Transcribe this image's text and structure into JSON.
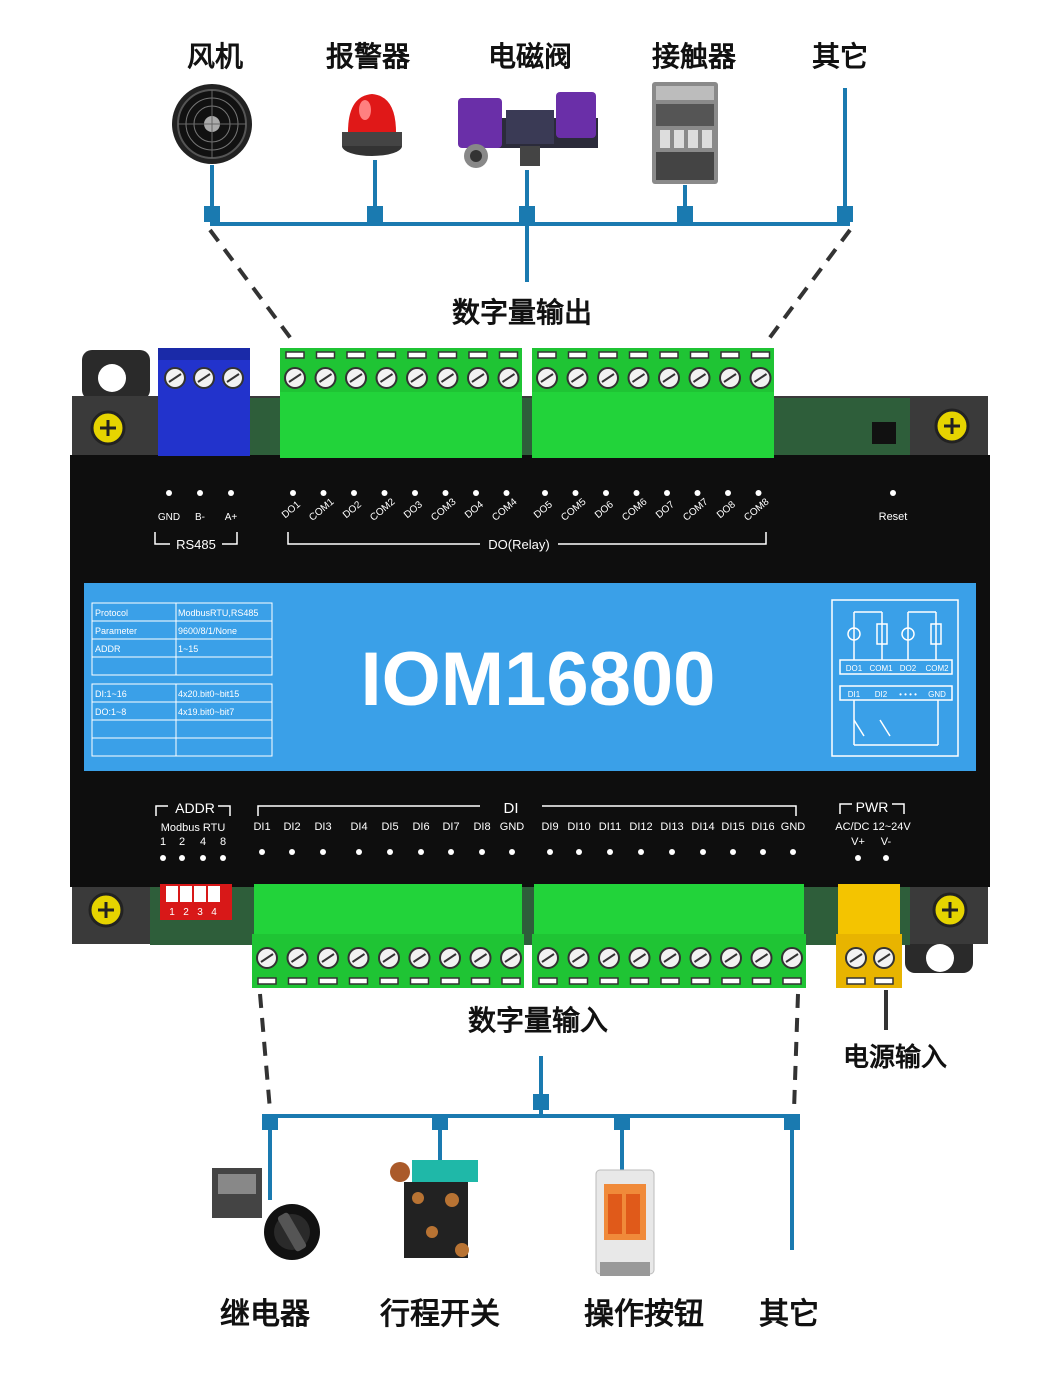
{
  "output_devices": [
    "风机",
    "报警器",
    "电磁阀",
    "接触器",
    "其它"
  ],
  "output_section_label": "数字量输出",
  "input_section_label": "数字量输入",
  "power_section_label": "电源输入",
  "input_devices": [
    "继电器",
    "行程开关",
    "操作按钮",
    "其它"
  ],
  "module": {
    "model": "IOM16800",
    "rs485": {
      "pins": [
        "GND",
        "B-",
        "A+"
      ],
      "label": "RS485"
    },
    "do_pins": [
      "DO1",
      "COM1",
      "DO2",
      "COM2",
      "DO3",
      "COM3",
      "DO4",
      "COM4",
      "DO5",
      "COM5",
      "DO6",
      "COM6",
      "DO7",
      "COM7",
      "DO8",
      "COM8"
    ],
    "do_label": "DO(Relay)",
    "reset_label": "Reset",
    "addr": {
      "label": "ADDR",
      "sub": "Modbus RTU",
      "bits": [
        "1",
        "2",
        "4",
        "8"
      ]
    },
    "di_label": "DI",
    "di_pins_left": [
      "DI1",
      "DI2",
      "DI3",
      "DI4",
      "DI5",
      "DI6",
      "DI7",
      "DI8",
      "GND"
    ],
    "di_pins_right": [
      "DI9",
      "DI10",
      "DI11",
      "DI12",
      "DI13",
      "DI14",
      "DI15",
      "DI16",
      "GND"
    ],
    "pwr": {
      "label": "PWR",
      "sub": "AC/DC 12~24V",
      "pins": [
        "V+",
        "V-"
      ]
    },
    "dip_numbers": [
      "1",
      "2",
      "3",
      "4"
    ],
    "info_table_1": [
      [
        "Protocol",
        "ModbusRTU,RS485"
      ],
      [
        "Parameter",
        "9600/8/1/None"
      ],
      [
        "ADDR",
        "1~15"
      ],
      [
        "",
        ""
      ]
    ],
    "info_table_2": [
      [
        "DI:1~16",
        "4x20.bit0~bit15"
      ],
      [
        "DO:1~8",
        "4x19.bit0~bit7"
      ],
      [
        "",
        ""
      ],
      [
        "",
        ""
      ]
    ],
    "schematic": {
      "top_labels": [
        "DO1",
        "COM1",
        "DO2",
        "COM2"
      ],
      "bottom_labels": [
        "DI1",
        "DI2",
        "• • • •",
        "GND"
      ]
    }
  },
  "colors": {
    "bus": "#1a7ab0",
    "terminal": "#22d33a",
    "rs485": "#2233cc",
    "pwr": "#f4c400",
    "label": "#3aa0e8",
    "body": "#111111"
  }
}
